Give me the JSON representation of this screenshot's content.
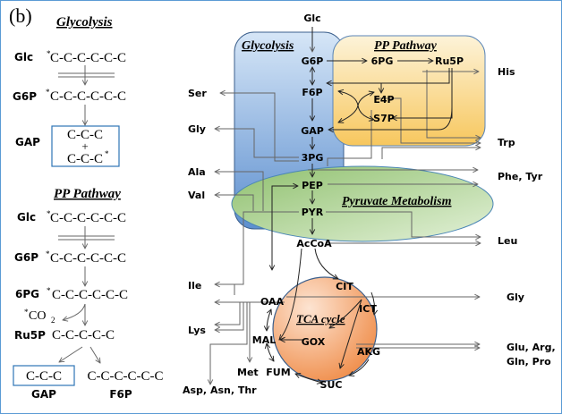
{
  "panel_label": "(b)",
  "left": {
    "glycolysis": {
      "title": "Glycolysis",
      "rows": [
        {
          "metabolite": "Glc",
          "carbons": "C-C-C-C-C-C",
          "mark": "*"
        },
        {
          "metabolite": "G6P",
          "carbons": "C-C-C-C-C-C",
          "mark": "*"
        }
      ],
      "gap": {
        "metabolite": "GAP",
        "line1": "C-C-C",
        "plus": "+",
        "line2": "C-C-C",
        "mark": "*"
      }
    },
    "pp": {
      "title": "PP Pathway",
      "rows": [
        {
          "metabolite": "Glc",
          "carbons": "C-C-C-C-C-C",
          "mark": "*"
        },
        {
          "metabolite": "G6P",
          "carbons": "C-C-C-C-C-C",
          "mark": "*"
        },
        {
          "metabolite": "6PG",
          "carbons": "C-C-C-C-C-C",
          "mark": "*"
        },
        {
          "metabolite": "Ru5P",
          "carbons": "C-C-C-C-C",
          "mark": ""
        }
      ],
      "co2": {
        "mark": "*",
        "label": "CO",
        "sub": "2"
      },
      "products": [
        {
          "metabolite": "GAP",
          "carbons": "C-C-C"
        },
        {
          "metabolite": "F6P",
          "carbons": "C-C-C-C-C-C"
        }
      ]
    }
  },
  "right": {
    "regions": {
      "glycolysis": {
        "title": "Glycolysis",
        "color": "#7fa9d8"
      },
      "pp": {
        "title": "PP Pathway",
        "color": "#f9d98a"
      },
      "pyruvate": {
        "title": "Pyruvate Metabolism",
        "color": "#a8cf8a"
      },
      "tca": {
        "title": "TCA cycle",
        "color": "#f4a46f"
      }
    },
    "metabolites": {
      "glc": "Glc",
      "g6p": "G6P",
      "f6p": "F6P",
      "gap": "GAP",
      "pg3": "3PG",
      "pep": "PEP",
      "pyr": "PYR",
      "accoa": "AcCoA",
      "pg6": "6PG",
      "ru5p": "Ru5P",
      "e4p": "E4P",
      "s7p": "S7P",
      "cit": "CIT",
      "ict": "ICT",
      "akg": "AKG",
      "suc": "SUC",
      "fum": "FUM",
      "mal": "MAL",
      "oaa": "OAA",
      "gox": "GOX"
    },
    "amino_acids": {
      "ser": "Ser",
      "gly1": "Gly",
      "ala": "Ala",
      "val": "Val",
      "his": "His",
      "trp": "Trp",
      "phe_tyr": "Phe, Tyr",
      "leu": "Leu",
      "ile": "Ile",
      "lys": "Lys",
      "met": "Met",
      "asp": "Asp, Asn, Thr",
      "gly2": "Gly",
      "glu1": "Glu, Arg,",
      "glu2": "Gln, Pro"
    }
  }
}
